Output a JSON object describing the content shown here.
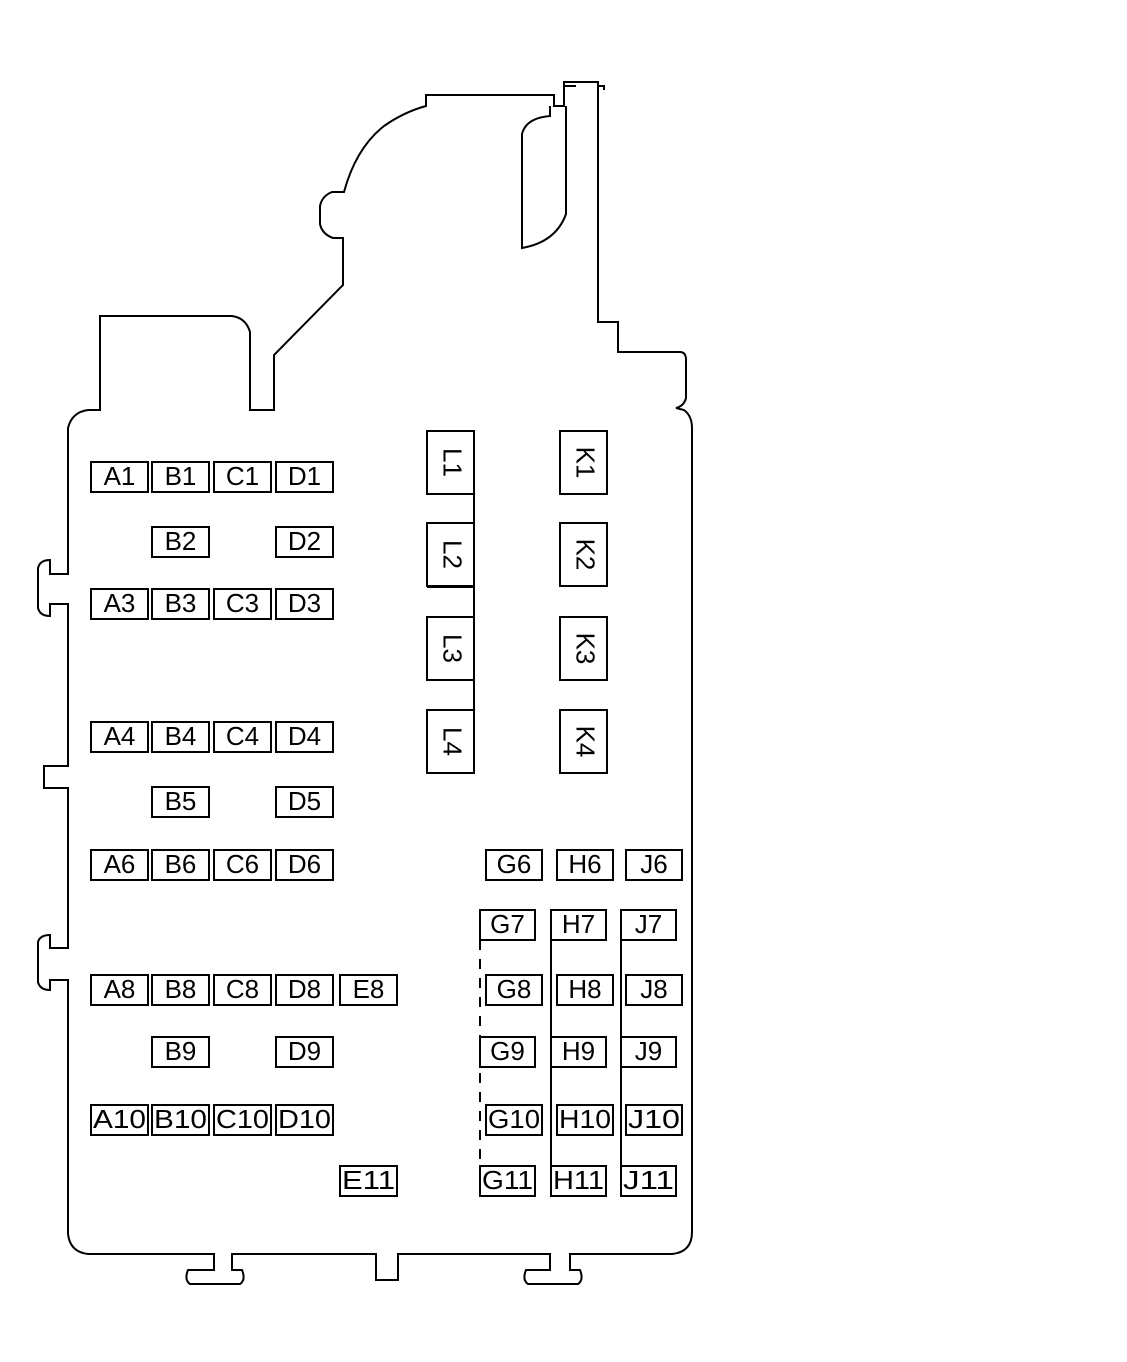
{
  "colors": {
    "stroke": "#000000",
    "background": "#ffffff"
  },
  "fuses": [
    {
      "id": "A1",
      "label": "A1"
    },
    {
      "id": "B1",
      "label": "B1"
    },
    {
      "id": "C1",
      "label": "C1"
    },
    {
      "id": "D1",
      "label": "D1"
    },
    {
      "id": "B2",
      "label": "B2"
    },
    {
      "id": "D2",
      "label": "D2"
    },
    {
      "id": "A3",
      "label": "A3"
    },
    {
      "id": "B3",
      "label": "B3"
    },
    {
      "id": "C3",
      "label": "C3"
    },
    {
      "id": "D3",
      "label": "D3"
    },
    {
      "id": "A4",
      "label": "A4"
    },
    {
      "id": "B4",
      "label": "B4"
    },
    {
      "id": "C4",
      "label": "C4"
    },
    {
      "id": "D4",
      "label": "D4"
    },
    {
      "id": "B5",
      "label": "B5"
    },
    {
      "id": "D5",
      "label": "D5"
    },
    {
      "id": "A6",
      "label": "A6"
    },
    {
      "id": "B6",
      "label": "B6"
    },
    {
      "id": "C6",
      "label": "C6"
    },
    {
      "id": "D6",
      "label": "D6"
    },
    {
      "id": "A8",
      "label": "A8"
    },
    {
      "id": "B8",
      "label": "B8"
    },
    {
      "id": "C8",
      "label": "C8"
    },
    {
      "id": "D8",
      "label": "D8"
    },
    {
      "id": "E8",
      "label": "E8"
    },
    {
      "id": "B9",
      "label": "B9"
    },
    {
      "id": "D9",
      "label": "D9"
    },
    {
      "id": "A10",
      "label": "A10"
    },
    {
      "id": "B10",
      "label": "B10"
    },
    {
      "id": "C10",
      "label": "C10"
    },
    {
      "id": "D10",
      "label": "D10"
    },
    {
      "id": "E11",
      "label": "E11"
    },
    {
      "id": "G6",
      "label": "G6"
    },
    {
      "id": "H6",
      "label": "H6"
    },
    {
      "id": "J6",
      "label": "J6"
    },
    {
      "id": "G7",
      "label": "G7"
    },
    {
      "id": "H7",
      "label": "H7"
    },
    {
      "id": "J7",
      "label": "J7"
    },
    {
      "id": "G8",
      "label": "G8"
    },
    {
      "id": "H8",
      "label": "H8"
    },
    {
      "id": "J8",
      "label": "J8"
    },
    {
      "id": "G9",
      "label": "G9"
    },
    {
      "id": "H9",
      "label": "H9"
    },
    {
      "id": "J9",
      "label": "J9"
    },
    {
      "id": "G10",
      "label": "G10"
    },
    {
      "id": "H10",
      "label": "H10"
    },
    {
      "id": "J10",
      "label": "J10"
    },
    {
      "id": "G11",
      "label": "G11"
    },
    {
      "id": "H11",
      "label": "H11"
    },
    {
      "id": "J11",
      "label": "J11"
    }
  ],
  "relays": [
    {
      "id": "L1",
      "label": "L1"
    },
    {
      "id": "L2",
      "label": "L2"
    },
    {
      "id": "L3",
      "label": "L3"
    },
    {
      "id": "L4",
      "label": "L4"
    },
    {
      "id": "K1",
      "label": "K1"
    },
    {
      "id": "K2",
      "label": "K2"
    },
    {
      "id": "K3",
      "label": "K3"
    },
    {
      "id": "K4",
      "label": "K4"
    }
  ]
}
